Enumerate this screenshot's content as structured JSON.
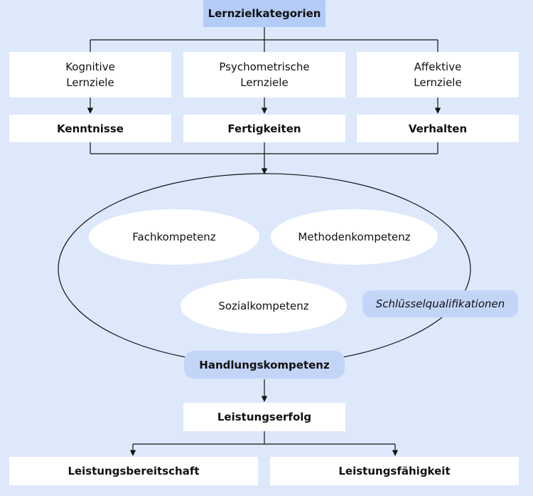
{
  "top": {
    "title": "Lernzielkategorien"
  },
  "categories": [
    {
      "line1": "Kognitive",
      "line2": "Lernziele",
      "result": "Kenntnisse"
    },
    {
      "line1": "Psychometrische",
      "line2": "Lernziele",
      "result": "Fertigkeiten"
    },
    {
      "line1": "Affektive",
      "line2": "Lernziele",
      "result": "Verhalten"
    }
  ],
  "competences": {
    "fach": "Fachkompetenz",
    "methoden": "Methodenkompetenz",
    "sozial": "Sozialkompetenz",
    "schluessel": "Schlüsselqualifikationen",
    "handlung": "Handlungskompetenz"
  },
  "outcome": {
    "erfolg": "Leistungserfolg",
    "bereitschaft": "Leistungsbereitschaft",
    "faehigkeit": "Leistungsfähigkeit"
  },
  "colors": {
    "background": "#dde8fb",
    "highlight": "#b3cbf6",
    "pill": "#c3d5f7"
  }
}
